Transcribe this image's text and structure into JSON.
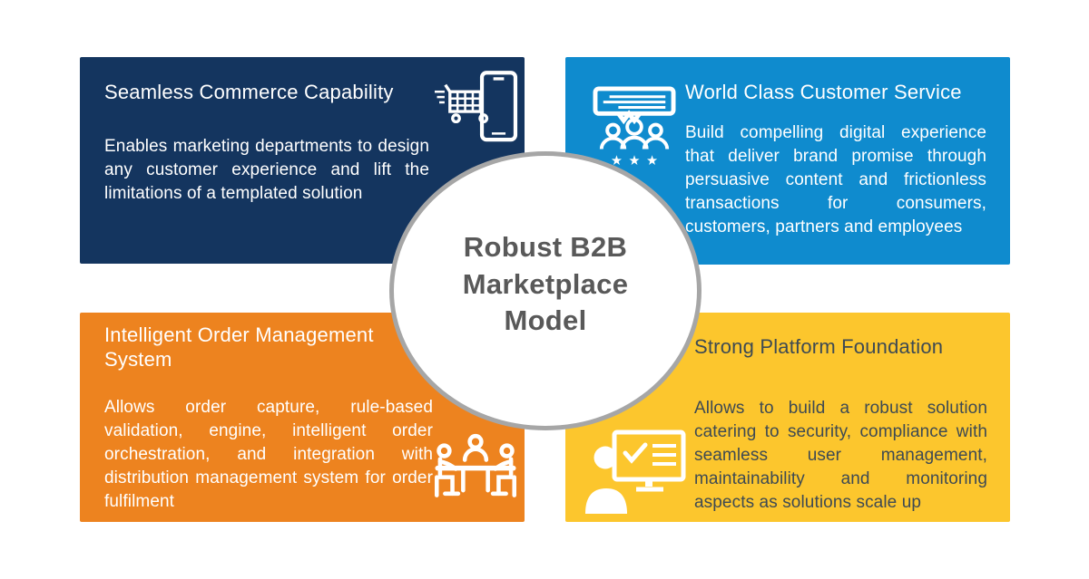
{
  "center": {
    "line1": "Robust B2B",
    "line2": "Marketplace",
    "line3": "Model"
  },
  "panels": {
    "seamless_commerce": {
      "title": "Seamless Commerce Capability",
      "body": "Enables marketing departments to design any customer experience and lift the limitations of a templated solution",
      "icon": "mobile-commerce-cart-icon",
      "bg": "#14355f",
      "text_color": "#ffffff"
    },
    "customer_service": {
      "title": "World Class Customer Service",
      "body": "Build compelling digital experience that deliver brand promise through persuasive content and frictionless transactions for consumers, customers, partners and employees",
      "icon": "customer-service-rating-icon",
      "bg": "#0f8bce",
      "text_color": "#ffffff"
    },
    "order_management": {
      "title": "Intelligent Order Management System",
      "body": "Allows order capture, rule-based validation, engine, intelligent order orchestration, and integration with distribution management system for order fulfilment",
      "icon": "team-meeting-table-icon",
      "bg": "#ed831f",
      "text_color": "#ffffff"
    },
    "platform_foundation": {
      "title": "Strong Platform Foundation",
      "body": "Allows to build a robust solution catering to security, compliance with seamless user management, maintainability and monitoring aspects as solutions scale up",
      "icon": "person-monitor-checklist-icon",
      "bg": "#fcc62d",
      "text_color": "#3e4a53"
    }
  },
  "colors": {
    "background": "#ffffff",
    "navy": "#14355f",
    "blue": "#0f8bce",
    "orange": "#ed831f",
    "yellow": "#fcc62d",
    "circle_border": "#a6a6a6",
    "center_text": "#595959",
    "dark_text": "#3e4a53",
    "icon_stroke": "#ffffff"
  }
}
